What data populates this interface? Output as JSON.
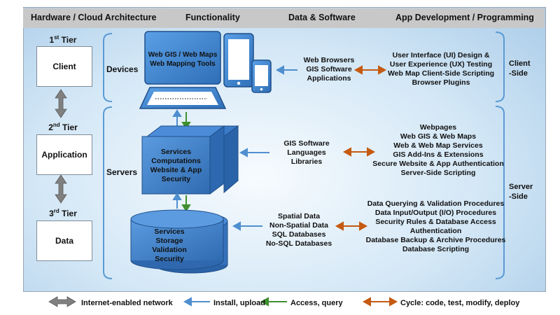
{
  "headers": {
    "hardware": "Hardware / Cloud Architecture",
    "functionality": "Functionality",
    "data_software": "Data & Software",
    "app_dev": "App Development / Programming"
  },
  "tiers": {
    "t1_num": "1",
    "t1_sup": "st",
    "t1_word": "Tier",
    "t1_box": "Client",
    "t2_num": "2",
    "t2_sup": "nd",
    "t2_word": "Tier",
    "t2_box": "Application",
    "t3_num": "3",
    "t3_sup": "rd",
    "t3_word": "Tier",
    "t3_box": "Data"
  },
  "sections": {
    "devices": "Devices",
    "servers": "Servers",
    "client_side": [
      "Client",
      "-Side"
    ],
    "server_side": [
      "Server",
      "-Side"
    ]
  },
  "device": {
    "screen_lines": [
      "Web GIS / Web Maps",
      "Web Mapping Tools"
    ]
  },
  "server": {
    "lines": [
      "Services",
      "Computations",
      "Website & App",
      "Security"
    ]
  },
  "database": {
    "lines": [
      "Services",
      "Storage",
      "Validation",
      "Security"
    ]
  },
  "data_software": {
    "client": [
      "Web  Browsers",
      "GIS Software",
      "Applications"
    ],
    "server": [
      "GIS Software",
      "Languages",
      "Libraries"
    ],
    "data": [
      "Spatial Data",
      "Non-Spatial Data",
      "SQL Databases",
      "No-SQL Databases"
    ]
  },
  "app_dev": {
    "client": [
      "User Interface (UI) Design &",
      "User Experience (UX) Testing",
      "Web Map Client-Side Scripting",
      "Browser Plugins"
    ],
    "server": [
      "Webpages",
      "Web GIS & Web Maps",
      "Web & Web Map Services",
      "GIS Add-Ins & Extensions",
      "Secure Website & App Authentication",
      "Server-Side Scripting"
    ],
    "data": [
      "Data Querying & Validation Procedures",
      "Data Input/Output (I/O) Procedures",
      "Security Rules & Database Access",
      "Authentication",
      "Database Backup & Archive Procedures",
      "Database Scripting"
    ]
  },
  "legend": {
    "network": "Internet-enabled network",
    "install": "Install, upload",
    "access": "Access, query",
    "cycle": "Cycle: code, test, modify, deploy"
  },
  "colors": {
    "blue_arrow": "#4f8fcf",
    "green_arrow": "#3f8f2f",
    "orange_arrow": "#c55a11",
    "grey_arrow": "#808080",
    "device_fill": "#4a8fd8",
    "bracket": "#5b9bd5"
  }
}
